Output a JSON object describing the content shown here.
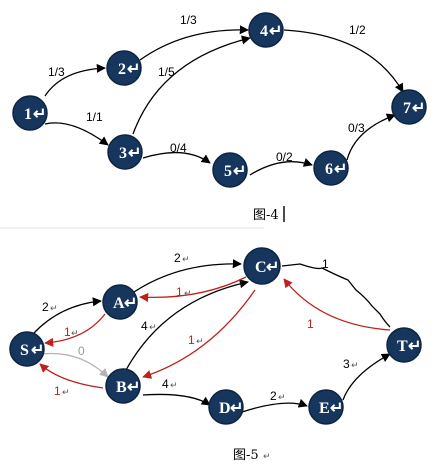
{
  "figure4": {
    "caption": "图-4",
    "nodes": [
      {
        "id": "1",
        "label": "1"
      },
      {
        "id": "2",
        "label": "2"
      },
      {
        "id": "3",
        "label": "3"
      },
      {
        "id": "4",
        "label": "4"
      },
      {
        "id": "5",
        "label": "5"
      },
      {
        "id": "6",
        "label": "6"
      },
      {
        "id": "7",
        "label": "7"
      }
    ],
    "edges": [
      {
        "from": "1",
        "to": "2",
        "label": "1/3"
      },
      {
        "from": "1",
        "to": "3",
        "label": "1/1"
      },
      {
        "from": "2",
        "to": "4",
        "label": "1/3"
      },
      {
        "from": "3",
        "to": "4",
        "label": "1/5"
      },
      {
        "from": "3",
        "to": "5",
        "label": "0/4"
      },
      {
        "from": "5",
        "to": "6",
        "label": "0/2"
      },
      {
        "from": "4",
        "to": "7",
        "label": "1/2"
      },
      {
        "from": "6",
        "to": "7",
        "label": "0/3"
      }
    ]
  },
  "figure5": {
    "caption": "图-5",
    "nodes": [
      {
        "id": "S",
        "label": "S"
      },
      {
        "id": "A",
        "label": "A"
      },
      {
        "id": "B",
        "label": "B"
      },
      {
        "id": "C",
        "label": "C"
      },
      {
        "id": "D",
        "label": "D"
      },
      {
        "id": "E",
        "label": "E"
      },
      {
        "id": "T",
        "label": "T"
      }
    ],
    "edges": [
      {
        "from": "S",
        "to": "A",
        "label": "2"
      },
      {
        "from": "A",
        "to": "S",
        "label": "1"
      },
      {
        "from": "S",
        "to": "B",
        "label": "0"
      },
      {
        "from": "B",
        "to": "S",
        "label": "1"
      },
      {
        "from": "A",
        "to": "C",
        "label": "2"
      },
      {
        "from": "C",
        "to": "A",
        "label": "1"
      },
      {
        "from": "B",
        "to": "C",
        "label": "4"
      },
      {
        "from": "C",
        "to": "B",
        "label": "1"
      },
      {
        "from": "C",
        "to": "T",
        "label": "1"
      },
      {
        "from": "T",
        "to": "C",
        "label": "1"
      },
      {
        "from": "B",
        "to": "D",
        "label": "4"
      },
      {
        "from": "D",
        "to": "E",
        "label": "2"
      },
      {
        "from": "E",
        "to": "T",
        "label": "3"
      }
    ]
  }
}
